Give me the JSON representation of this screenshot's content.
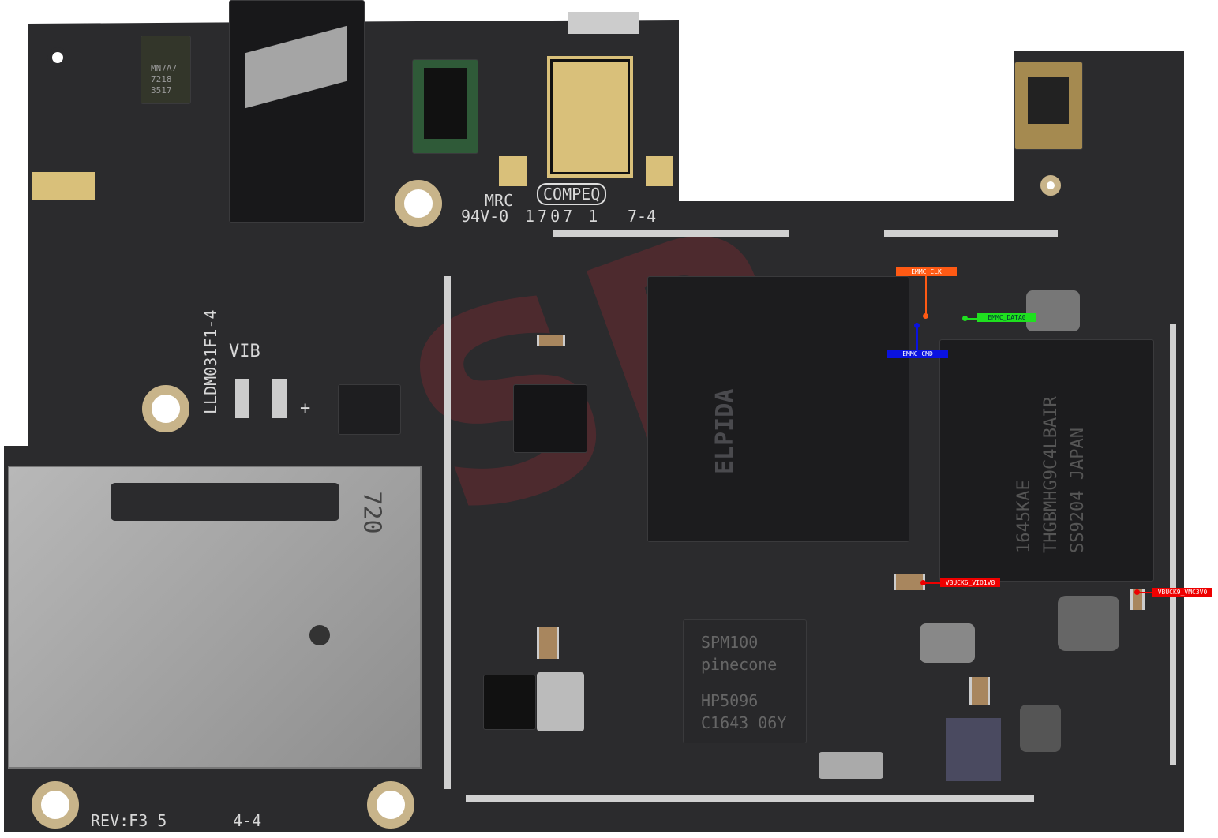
{
  "watermark": "SP",
  "silkscreen": {
    "mrc": "MRC",
    "compeq": "COMPEQ",
    "ul": "94V-0",
    "date": "1707 1",
    "code": "7-4",
    "part": "LLDM031F1-4",
    "vib": "VIB",
    "rev": "REV:F3 5",
    "rev2": "4-4",
    "sim": "720",
    "plus": "+"
  },
  "chips": {
    "mic": [
      "MN7A7",
      "7218",
      "3517"
    ],
    "ram": "ELPIDA",
    "emmc": [
      "1645KAE",
      "THGBMHG9C4LBAIR",
      "SS9204  JAPAN"
    ],
    "pmic": [
      "SPM100",
      "pinecone",
      "HP5096",
      "C1643 06Y"
    ]
  },
  "annotations": [
    {
      "name": "EMMC_CLK",
      "color": "#ff5a14"
    },
    {
      "name": "EMMC_DATA0",
      "color": "#1fe01f"
    },
    {
      "name": "EMMC_CMD",
      "color": "#0a12e0"
    },
    {
      "name": "VBUCK6_VIO1V8",
      "color": "#ee0000"
    },
    {
      "name": "VBUCK9_VMC3V0",
      "color": "#ee0000"
    }
  ]
}
